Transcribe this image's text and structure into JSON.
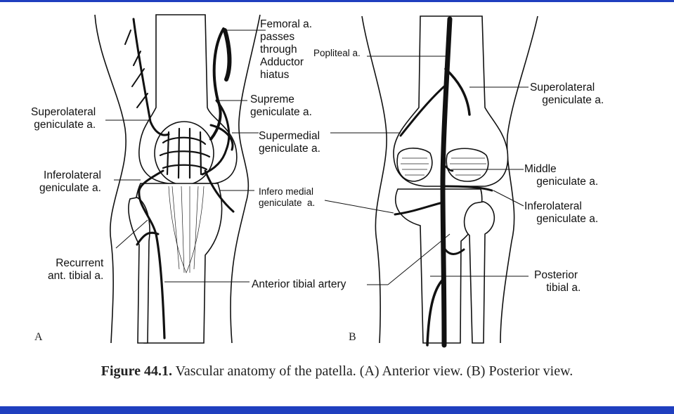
{
  "figure": {
    "panel_a": {
      "letter": "A",
      "labels": {
        "femoral": "Femoral a.\npasses\nthrough\nAdductor\nhiatus",
        "supreme": "Supreme\ngeniculate a.",
        "supermedial": "Supermedial\ngeniculate a.",
        "infero_medial": "Infero medial\ngeniculate  a.",
        "superolateral": "Superolateral\ngeniculate a.",
        "inferolateral": "Inferolateral\ngeniculate a.",
        "recurrent": "Recurrent\nant. tibial a.",
        "anterior_tibial": "Anterior tibial artery"
      }
    },
    "panel_b": {
      "letter": "B",
      "labels": {
        "popliteal": "Popliteal a.",
        "superolateral": "Superolateral\n    geniculate a.",
        "middle": "Middle\n    geniculate a.",
        "inferolateral": "Inferolateral\n    geniculate a.",
        "posterior_tibial": "Posterior\n    tibial a."
      }
    }
  },
  "caption": {
    "label": "Figure 44.1.",
    "text": " Vascular anatomy of the patella. (A) Anterior view. (B) Posterior view."
  },
  "colors": {
    "frame_bar": "#1f3fbf",
    "ink": "#111111"
  }
}
